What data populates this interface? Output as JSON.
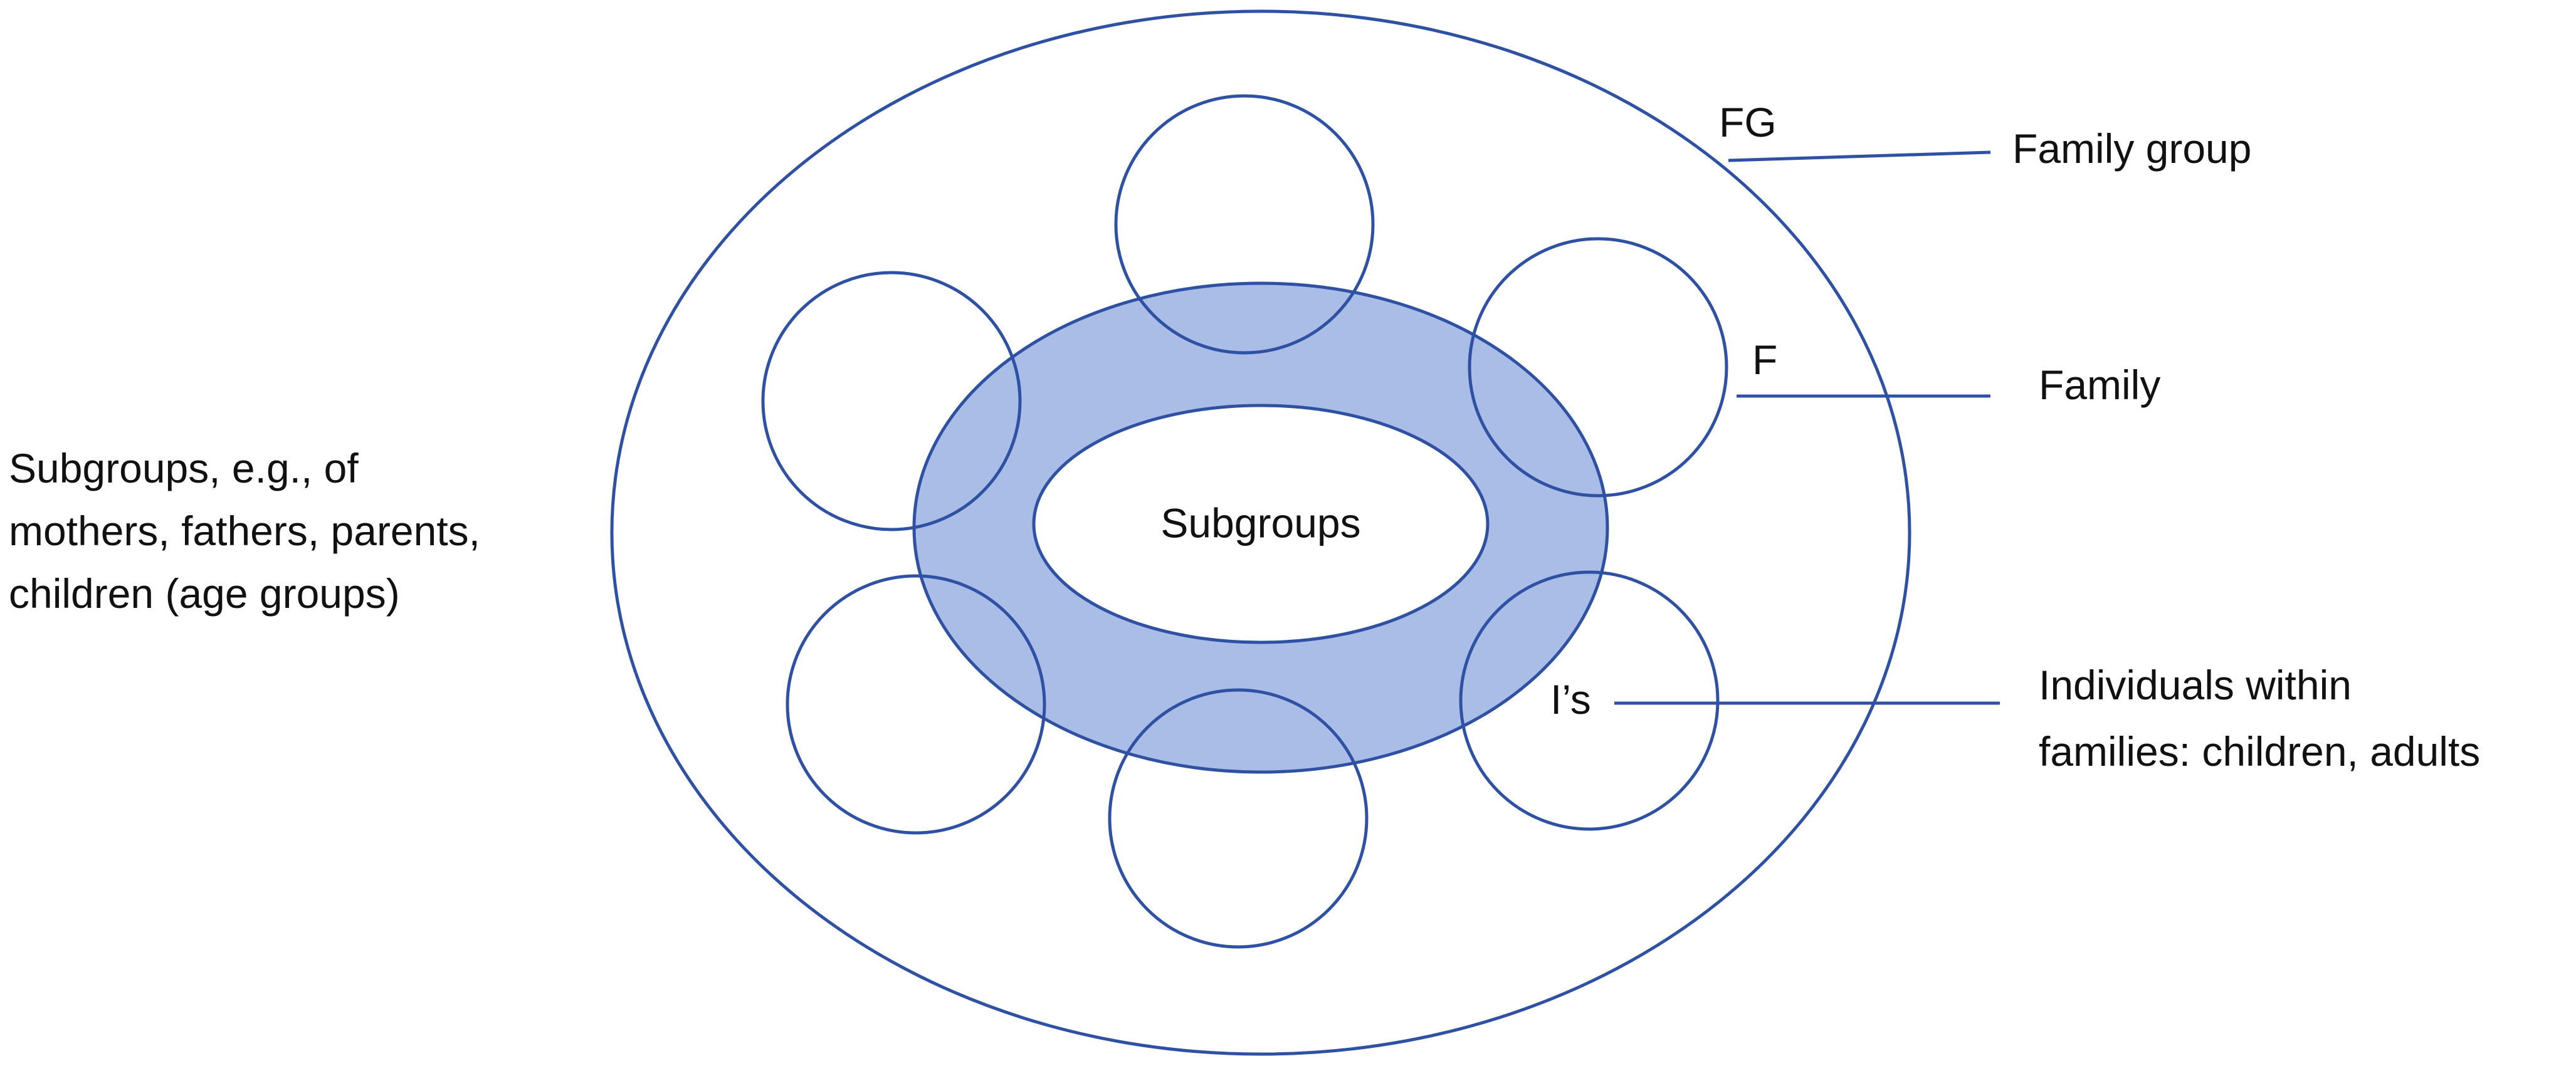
{
  "colors": {
    "stroke": "#2f51a3",
    "fill": "#a9bde6",
    "text": "#111111",
    "background": "#ffffff"
  },
  "labels": {
    "outer_code": "FG",
    "outer_desc": "Family group",
    "family_code": "F",
    "family_desc": "Family",
    "individual_code": "I’s",
    "individual_desc_line1": "Individuals within",
    "individual_desc_line2": "families: children, adults",
    "center": "Subgroups",
    "left_line1": "Subgroups, e.g., of",
    "left_line2": "mothers, fathers, parents,",
    "left_line3": "children (age groups)"
  }
}
